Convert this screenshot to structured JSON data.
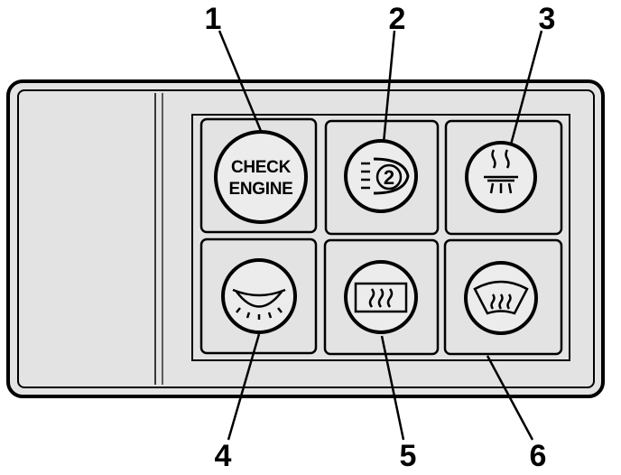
{
  "callouts": {
    "c1": "1",
    "c2": "2",
    "c3": "3",
    "c4": "4",
    "c5": "5",
    "c6": "6"
  },
  "lamps": {
    "check_engine": {
      "line1": "CHECK",
      "line2": "ENGINE",
      "icon": "check-engine-text"
    },
    "fourth_gear": {
      "number": "2",
      "icon": "gear-indicator-icon"
    },
    "rear_fog": {
      "icon": "heater-vent-icon"
    },
    "dome": {
      "icon": "dome-light-icon"
    },
    "rear_defrost": {
      "icon": "rear-defroster-icon"
    },
    "front_defrost": {
      "icon": "windshield-defroster-icon"
    }
  },
  "colors": {
    "ink": "#000000",
    "panel": "#e3e3e3",
    "background": "#ffffff"
  }
}
